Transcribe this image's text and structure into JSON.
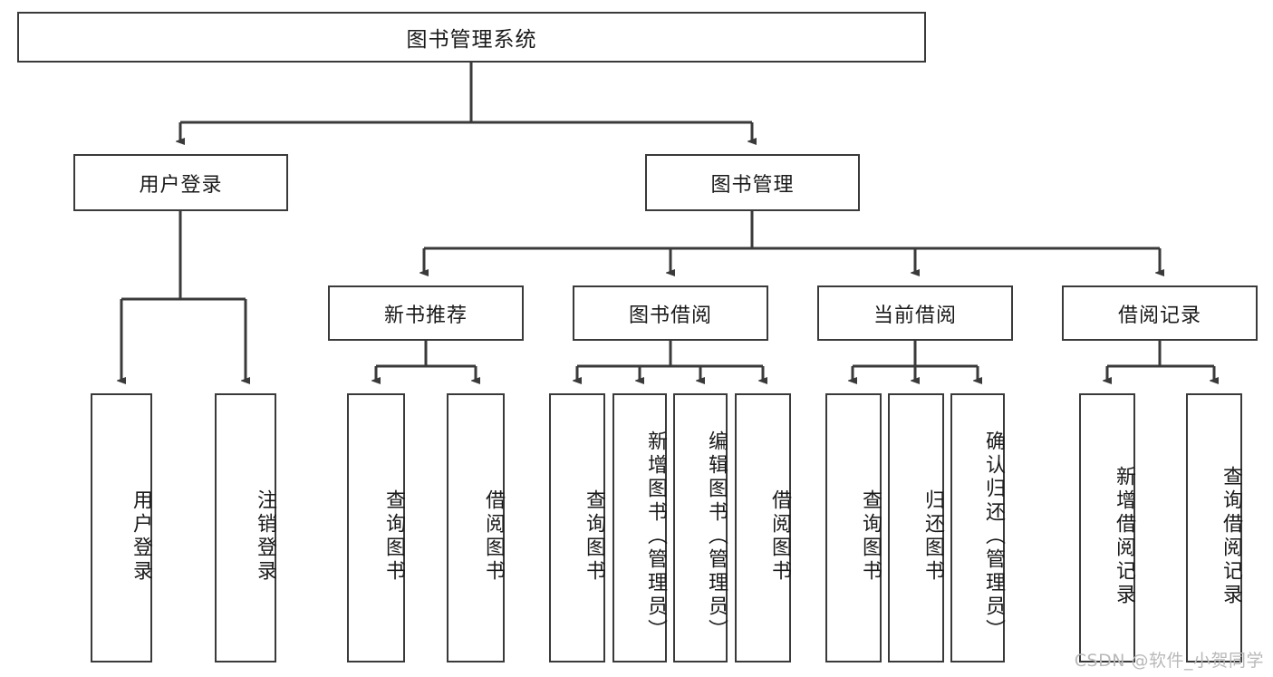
{
  "diagram": {
    "title": "图书管理系统",
    "type": "tree-hierarchy",
    "watermark": "CSDN @软件_小贺同学",
    "colors": {
      "background": "#ffffff",
      "box_border": "#3a3a3a",
      "box_fill": "#ffffff",
      "connector": "#3a3a3a",
      "text": "#1a1a1a",
      "watermark": "#b9b9b9"
    },
    "nodes": {
      "root": {
        "label": "图书管理系统"
      },
      "level2": [
        {
          "id": "user-login",
          "label": "用户登录"
        },
        {
          "id": "book-management",
          "label": "图书管理"
        }
      ],
      "level3": [
        {
          "id": "new-book-recommend",
          "label": "新书推荐"
        },
        {
          "id": "book-borrow",
          "label": "图书借阅"
        },
        {
          "id": "current-borrow",
          "label": "当前借阅"
        },
        {
          "id": "borrow-record",
          "label": "借阅记录"
        }
      ],
      "leaves": {
        "user-login": [
          {
            "id": "leaf-user-login",
            "label": "用户登录"
          },
          {
            "id": "leaf-logout-login",
            "label": "注销登录"
          }
        ],
        "new-book-recommend": [
          {
            "id": "leaf-query-book-1",
            "label": "查询图书"
          },
          {
            "id": "leaf-borrow-book-1",
            "label": "借阅图书"
          }
        ],
        "book-borrow": [
          {
            "id": "leaf-query-book-2",
            "label": "查询图书"
          },
          {
            "id": "leaf-add-book",
            "label": "新增图书（管理员）"
          },
          {
            "id": "leaf-edit-book",
            "label": "编辑图书（管理员）"
          },
          {
            "id": "leaf-borrow-book-2",
            "label": "借阅图书"
          }
        ],
        "current-borrow": [
          {
            "id": "leaf-query-book-3",
            "label": "查询图书"
          },
          {
            "id": "leaf-return-book",
            "label": "归还图书"
          },
          {
            "id": "leaf-confirm-return",
            "label": "确认归还（管理员）"
          }
        ],
        "borrow-record": [
          {
            "id": "leaf-add-record",
            "label": "新增借阅记录"
          },
          {
            "id": "leaf-query-record",
            "label": "查询借阅记录"
          }
        ]
      }
    }
  }
}
